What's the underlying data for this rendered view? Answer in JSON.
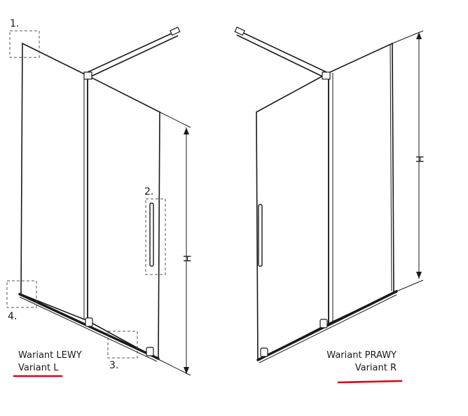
{
  "left_variant": {
    "caption_pl": "Wariant LEWY",
    "caption_en": "Variant L",
    "dimension_label": "H",
    "callouts": [
      "1.",
      "2.",
      "3.",
      "4."
    ]
  },
  "right_variant": {
    "caption_pl": "Wariant PRAWY",
    "caption_en": "Variant R",
    "dimension_label": "H"
  },
  "colors": {
    "line": "#1a1a1a",
    "dash": "#555555",
    "underline": "#e0001a"
  }
}
